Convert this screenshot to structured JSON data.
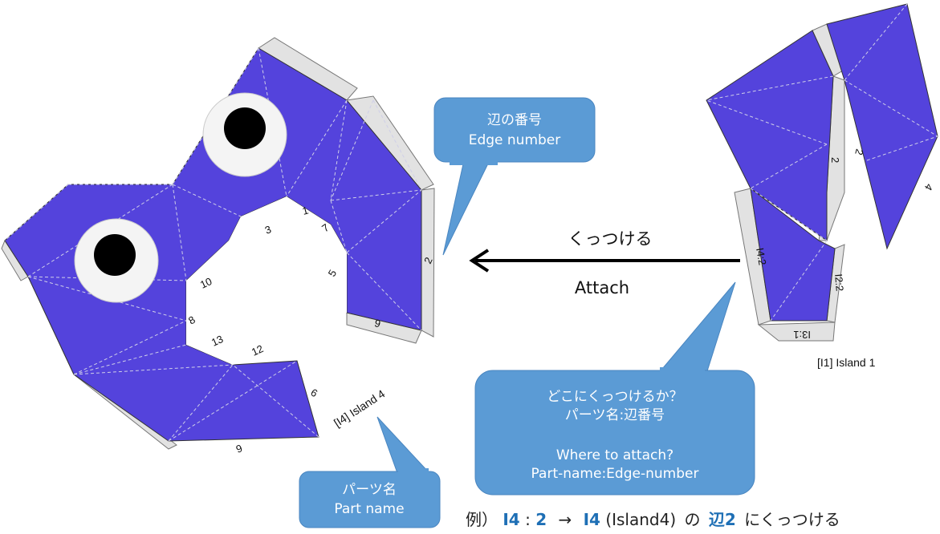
{
  "callouts": {
    "edge_number": {
      "line1": "辺の番号",
      "line2": "Edge number"
    },
    "where_attach": {
      "line1": "どこにくっつけるか？",
      "line2": "パーツ名:辺番号",
      "line3": "Where to attach?",
      "line4": "Part-name:Edge-number"
    },
    "part_name": {
      "line1": "パーツ名",
      "line2": "Part name"
    }
  },
  "arrow": {
    "label_jp": "くっつける",
    "label_en": "Attach"
  },
  "parts": {
    "island4": {
      "label": "[I4] Island 4",
      "edges": [
        "1",
        "3",
        "7",
        "5",
        "2",
        "10",
        "8",
        "13",
        "12",
        "6",
        "9",
        "6"
      ]
    },
    "island1": {
      "label": "[I1] Island 1",
      "edges": [
        "2",
        "2",
        "4",
        "I4:2",
        "I2:2",
        "I3:1"
      ]
    }
  },
  "example": {
    "prefix": "例）",
    "ref_part": "I4",
    "colon": ":",
    "ref_edge": "2",
    "arrow": "→",
    "part": "I4",
    "paren": "(Island4)",
    "no": "の",
    "edge": "辺2",
    "suffix": "にくっつける"
  },
  "colors": {
    "part_fill": "#5443dc",
    "tab_fill": "#e2e2e2",
    "bubble": "#5b9bd5",
    "bubble_stroke": "#4a86c0",
    "example_blue": "#1e6fb5"
  }
}
